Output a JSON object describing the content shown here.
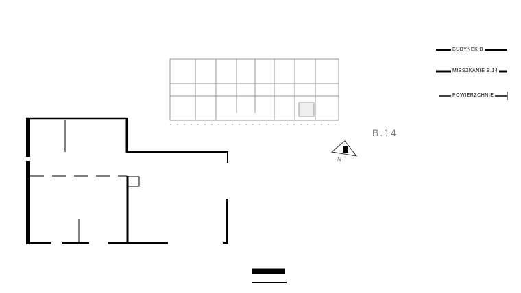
{
  "legend": {
    "building": "BUDYNEK B",
    "apartment": "MIESZKANIE B.14",
    "areas": "POWIERZCHNIE"
  },
  "plan": {
    "unit_label": "B.14",
    "north_label": "N"
  },
  "colors": {
    "wall": "#000000",
    "faint": "#bbbbbb"
  }
}
